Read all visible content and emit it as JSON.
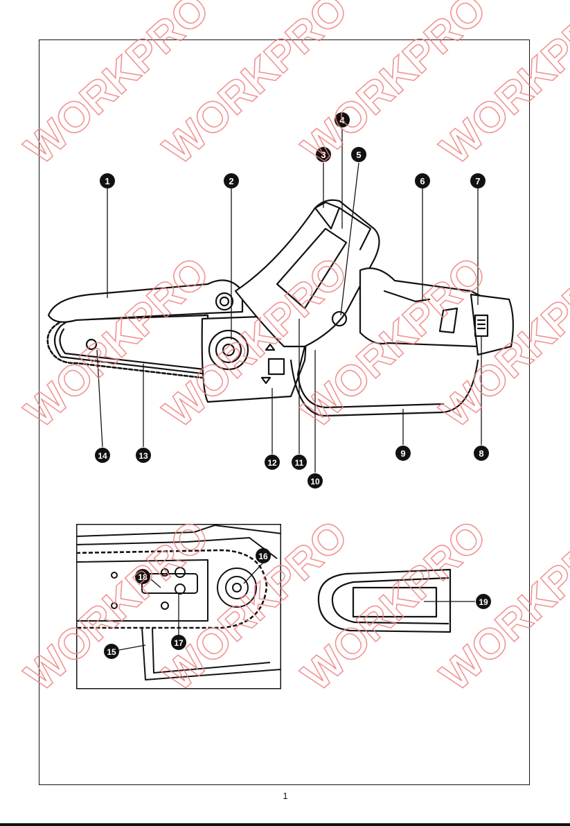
{
  "watermark": {
    "text": "WORKPRO",
    "color": "#f08080"
  },
  "page_number": "1",
  "callouts": {
    "main": [
      {
        "id": "c1",
        "number": "1"
      },
      {
        "id": "c2",
        "number": "2"
      },
      {
        "id": "c3",
        "number": "3"
      },
      {
        "id": "c4",
        "number": "4"
      },
      {
        "id": "c5",
        "number": "5"
      },
      {
        "id": "c6",
        "number": "6"
      },
      {
        "id": "c7",
        "number": "7"
      },
      {
        "id": "c8",
        "number": "8"
      },
      {
        "id": "c9",
        "number": "9"
      },
      {
        "id": "c10",
        "number": "10"
      },
      {
        "id": "c11",
        "number": "11"
      },
      {
        "id": "c12",
        "number": "12"
      },
      {
        "id": "c13",
        "number": "13"
      },
      {
        "id": "c14",
        "number": "14"
      }
    ],
    "detail": [
      {
        "id": "c15",
        "number": "15"
      },
      {
        "id": "c16",
        "number": "16"
      },
      {
        "id": "c17",
        "number": "17"
      },
      {
        "id": "c18",
        "number": "18"
      }
    ],
    "cover": [
      {
        "id": "c19",
        "number": "19"
      }
    ]
  }
}
